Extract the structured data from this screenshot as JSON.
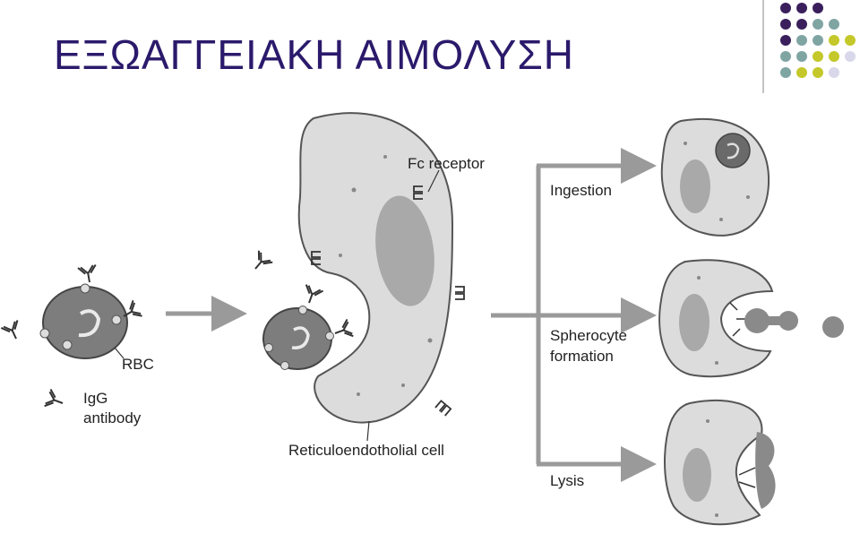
{
  "title": "ΕΞΩΑΓΓΕΙΑΚΗ ΑΙΜΟΛΥΣΗ",
  "colors": {
    "title": "#2b1a6b",
    "dot_purple": "#3a1f5c",
    "dot_teal": "#7fa5a3",
    "dot_lime": "#c4c82a",
    "dot_lavender": "#d9d8ea"
  },
  "diagram": {
    "rbc_label": "RBC",
    "igg_label_line1": "IgG",
    "igg_label_line2": "antibody",
    "fc_receptor_label": "Fc receptor",
    "macrophage_label": "Reticuloendotholial cell",
    "outcome_ingestion": "Ingestion",
    "outcome_spherocyte_line1": "Spherocyte",
    "outcome_spherocyte_line2": "formation",
    "outcome_lysis": "Lysis"
  }
}
